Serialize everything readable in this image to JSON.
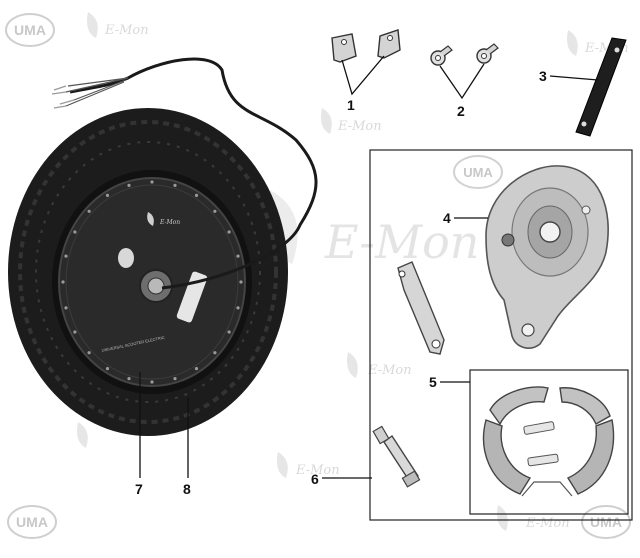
{
  "watermarks": {
    "brand": "UMA",
    "script": "E-Mon"
  },
  "hub_label": {
    "brand": "E-Mon",
    "motor_text": "UNIVERSAL SCOOTER ELECTRIC"
  },
  "callouts": [
    {
      "id": "1",
      "label": "1"
    },
    {
      "id": "2",
      "label": "2"
    },
    {
      "id": "3",
      "label": "3"
    },
    {
      "id": "4",
      "label": "4"
    },
    {
      "id": "5",
      "label": "5"
    },
    {
      "id": "6",
      "label": "6"
    },
    {
      "id": "7",
      "label": "7"
    },
    {
      "id": "8",
      "label": "8"
    }
  ],
  "colors": {
    "tire": "#1c1c1c",
    "hub": "#2a2a2a",
    "metal": "#c9c9c9",
    "line": "#111111",
    "watermark": "#d9d9d9"
  }
}
